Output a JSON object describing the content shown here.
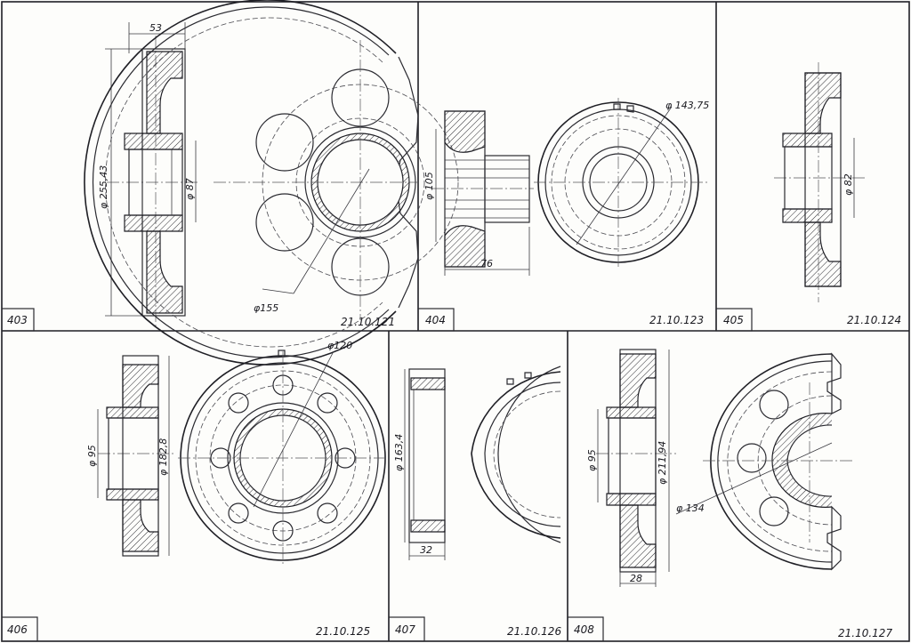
{
  "panels": [
    {
      "index": "403",
      "code": "21.10.121"
    },
    {
      "index": "404",
      "code": "21.10.123"
    },
    {
      "index": "405",
      "code": "21.10.124"
    },
    {
      "index": "406",
      "code": "21.10.125"
    },
    {
      "index": "407",
      "code": "21.10.126"
    },
    {
      "index": "408",
      "code": "21.10.127"
    }
  ],
  "dimensions": {
    "p403_width": "53",
    "p403_outer": "φ 255,43",
    "p403_bore": "φ 87",
    "p403_circle": "φ155",
    "p404_outer": "φ 143,75",
    "p404_hub": "φ 105",
    "p404_length": "76",
    "p405_bore": "φ 82",
    "p406_circle": "φ120",
    "p406_bore": "φ 95",
    "p406_outer": "φ 182,8",
    "p407_outer": "φ 163,4",
    "p407_width": "32",
    "p408_bore": "φ 95",
    "p408_outer": "φ 211,94",
    "p408_circle": "φ 134",
    "p408_width": "28"
  },
  "colors": {
    "ink": "#1f1f25",
    "paper": "#fdfdfb"
  }
}
